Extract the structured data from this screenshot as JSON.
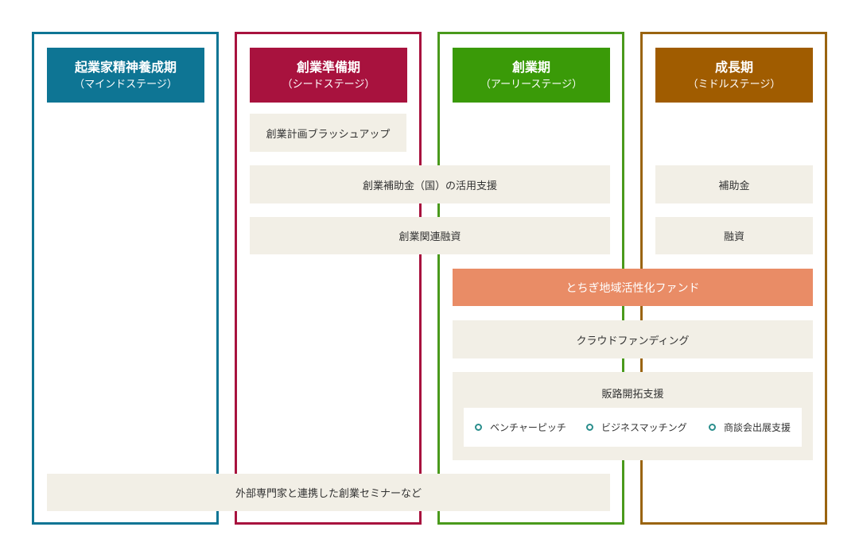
{
  "stages": [
    {
      "title": "起業家精神養成期",
      "subtitle": "（マインドステージ）",
      "color": "#0e7594"
    },
    {
      "title": "創業準備期",
      "subtitle": "（シードステージ）",
      "color": "#a8123e"
    },
    {
      "title": "創業期",
      "subtitle": "（アーリーステージ）",
      "color": "#3a9a08"
    },
    {
      "title": "成長期",
      "subtitle": "（ミドルステージ）",
      "color": "#a05c00"
    }
  ],
  "supports": {
    "brushup": "創業計画ブラッシュアップ",
    "subsidy_national": "創業補助金（国）の活用支援",
    "subsidy": "補助金",
    "startup_loan": "創業関連融資",
    "loan": "融資",
    "fund": "とちぎ地域活性化ファンド",
    "crowdfunding": "クラウドファンディング",
    "sales": {
      "title": "販路開拓支援",
      "items": [
        "ベンチャーピッチ",
        "ビジネスマッチング",
        "商談会出展支援"
      ]
    },
    "seminar": "外部専門家と連携した創業セミナーなど"
  },
  "colors": {
    "fund": "#e98c66",
    "box_bg": "#f2efe6",
    "bullet": "#2a8e8c"
  }
}
